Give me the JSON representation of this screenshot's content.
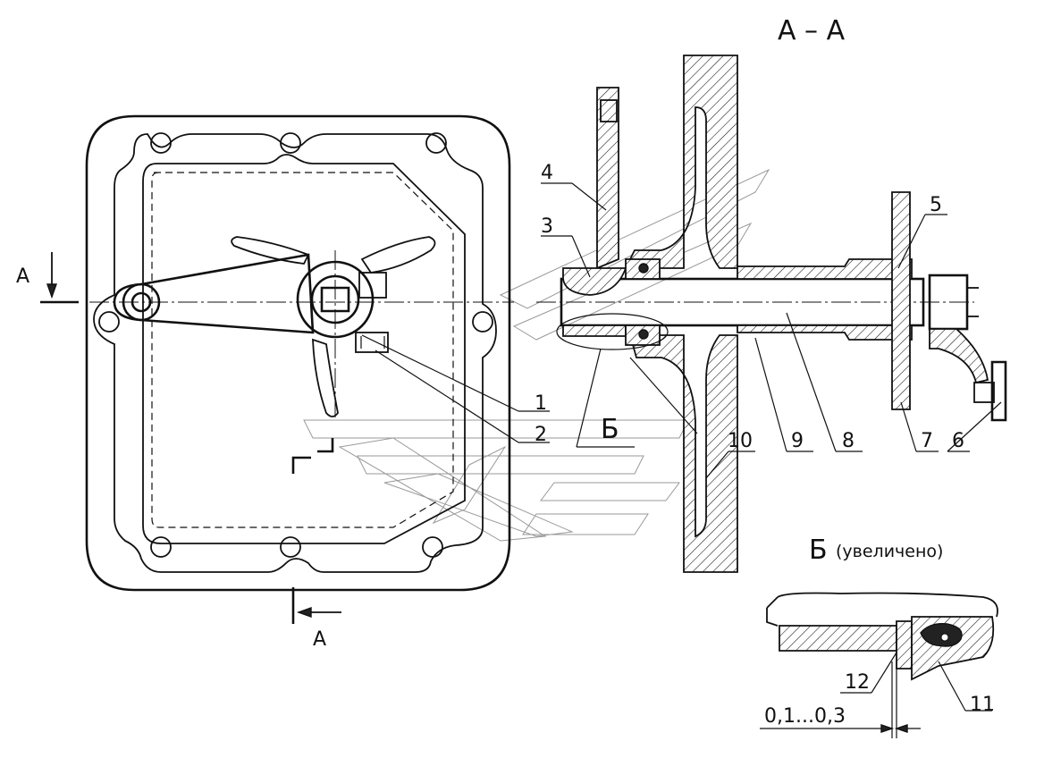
{
  "section_title": "А – А",
  "section_mark": "А",
  "detail_label": "Б",
  "detail_title_letter": "Б",
  "detail_title_note": "(увеличено)",
  "clearance_dim": "0,1...0,3",
  "callouts": [
    {
      "id": "c1",
      "text": "1"
    },
    {
      "id": "c2",
      "text": "2"
    },
    {
      "id": "c3",
      "text": "3"
    },
    {
      "id": "c4",
      "text": "4"
    },
    {
      "id": "c5",
      "text": "5"
    },
    {
      "id": "c6",
      "text": "6"
    },
    {
      "id": "c7",
      "text": "7"
    },
    {
      "id": "c8",
      "text": "8"
    },
    {
      "id": "c9",
      "text": "9"
    },
    {
      "id": "c10",
      "text": "10"
    },
    {
      "id": "c11",
      "text": "11"
    },
    {
      "id": "c12",
      "text": "12"
    }
  ]
}
